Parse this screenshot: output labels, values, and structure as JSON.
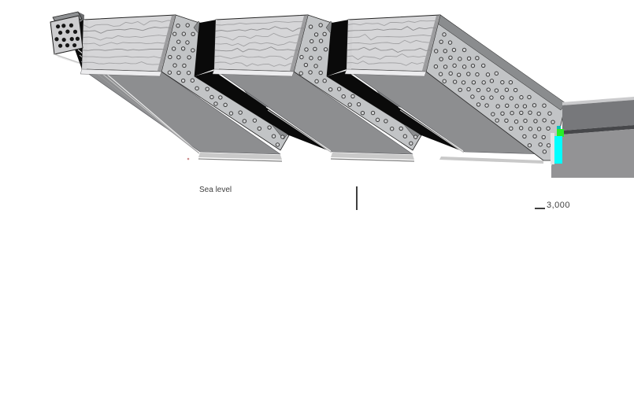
{
  "figure": {
    "labels": {
      "sea_level": "Sea level",
      "elevation": "3,000"
    },
    "block_count": 3,
    "colors": {
      "face": "#d6d6d8",
      "face_lines": "#a2a2a4",
      "face_lines_dark": "#8e8e90",
      "face_bevel_bottom": "#ececee",
      "face_bevel_left": "#d2d2d4",
      "face_strip_right": "#9c9c9e",
      "band": "#c2c4c6",
      "band_ridge": "#8a8c8e",
      "dot_stroke": "#3a3a3a",
      "dot_fill": "#d4d5d7",
      "ramp": "#8d8e90",
      "shadow": "#0a0a0a",
      "outline": "#242424",
      "right_light_line": "#cbcbcd",
      "right_dark_band": "#77787b",
      "right_sep_line": "#46474a",
      "right_mid_gray": "#939395",
      "right_sliver": "#e3e3e5",
      "highlight1": "#f4f4f4",
      "highlight2": "#c6c6c6",
      "highlight3": "#9a9a9c",
      "bottom_strip": "#c9c9c9",
      "bottom_strip_line": "#808080",
      "endcap_bevel": "#8e9092",
      "endcap_face": "#cdcdcf",
      "endcap_dot": "#161616",
      "endcap_backer": "#6b6c6e",
      "artifact_green": "#28ee28",
      "artifact_teal": "#0bbcbc",
      "artifact_cyan": "#00ffff",
      "speck_pink": "#cc8a8a",
      "label_color": "#3f3f3f",
      "panel_white": "#ffffff"
    }
  }
}
